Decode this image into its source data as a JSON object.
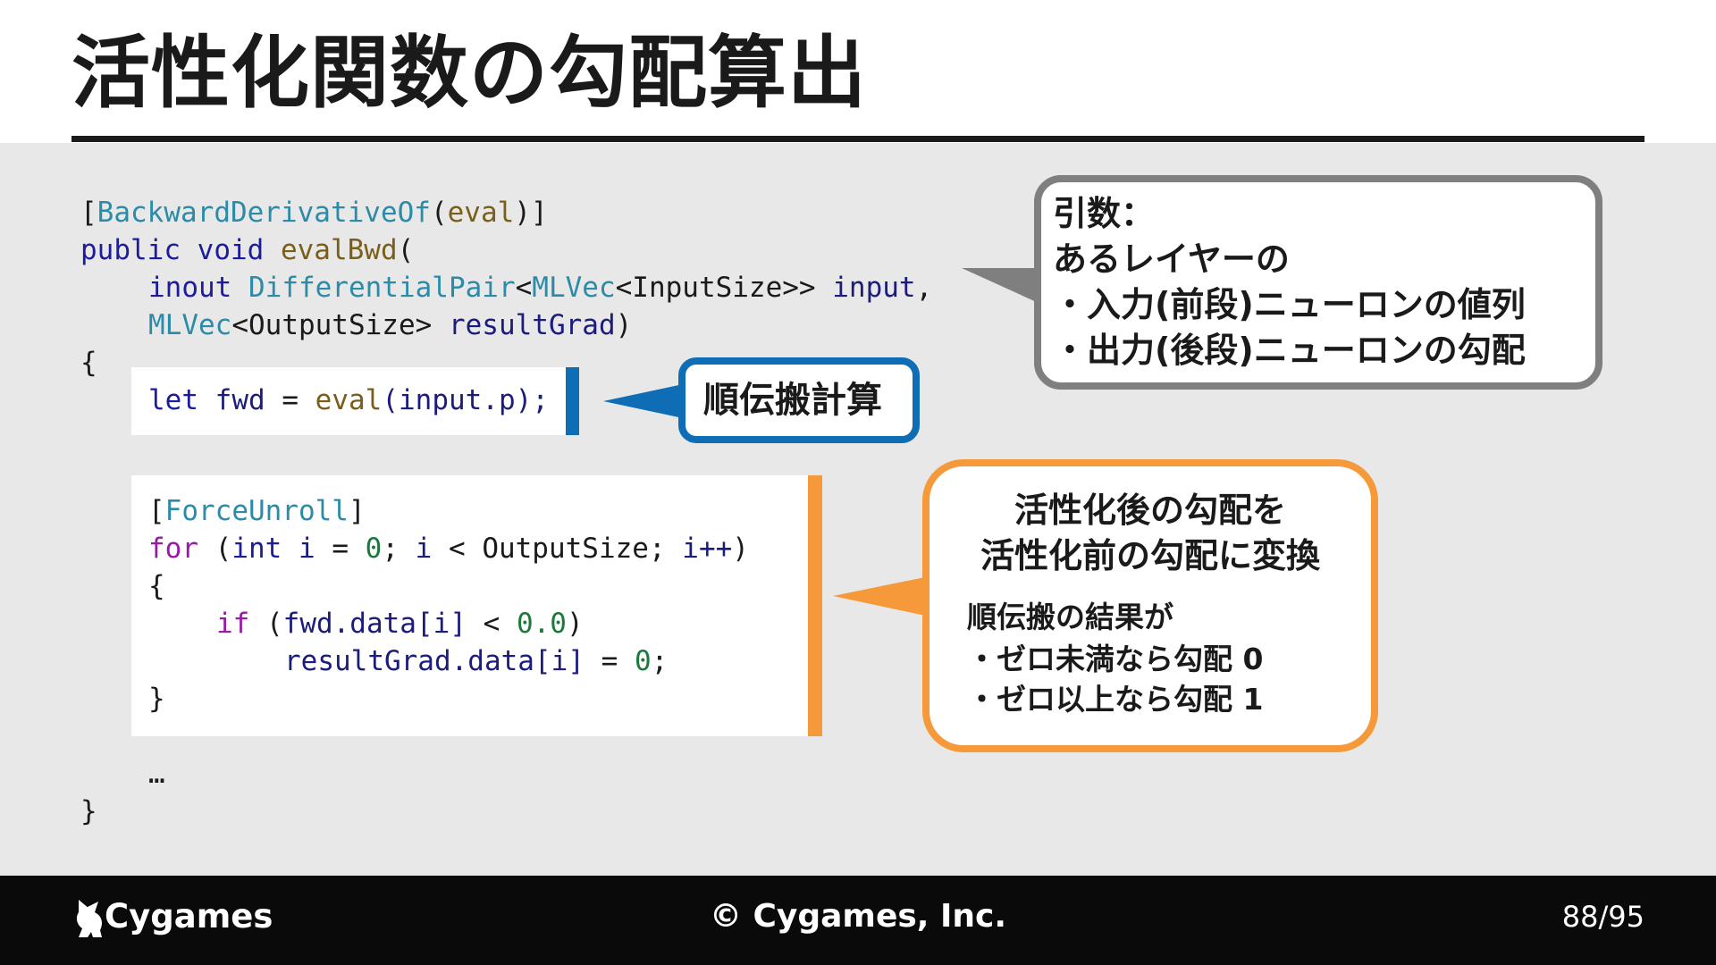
{
  "slide": {
    "title": "活性化関数の勾配算出"
  },
  "code": {
    "line1": {
      "open": "[",
      "attr": "BackwardDerivativeOf",
      "p1": "(",
      "arg": "eval",
      "p2": ")]"
    },
    "line2": {
      "kw1": "public",
      "kw2": "void",
      "fn": "evalBwd",
      "p": "("
    },
    "line3": {
      "kw": "inout",
      "type1": "DifferentialPair",
      "lt": "<",
      "type2": "MLVec",
      "rest": "<InputSize>>",
      "var": "input",
      "comma": ","
    },
    "line4": {
      "type": "MLVec",
      "rest": "<OutputSize>",
      "var": "resultGrad",
      "p": ")"
    },
    "line5": "{",
    "line6": {
      "kw": "let",
      "var": "fwd",
      "eq": " = ",
      "fn": "eval",
      "args": "(input.p);"
    },
    "line7": {
      "open": "[",
      "attr": "ForceUnroll",
      "close": "]"
    },
    "line8": {
      "ctrl": "for",
      "p": " (",
      "kw": "int",
      "v1": " i",
      "eq": " = ",
      "n0": "0",
      "semi": "; ",
      "v2": "i",
      "lt": " < OutputSize; ",
      "v3": "i++",
      "close": ")"
    },
    "line9": "{",
    "line10": {
      "ctrl": "if",
      "p": " (",
      "v": "fwd.data[i]",
      "lt": " < ",
      "n": "0.0",
      "close": ")"
    },
    "line11": {
      "v": "resultGrad.data[i]",
      "eq": " = ",
      "n": "0",
      "semi": ";"
    },
    "line12": "}",
    "line13": "…",
    "line14": "}"
  },
  "callouts": {
    "args": {
      "line1": "引数：",
      "line2": "あるレイヤーの",
      "line3": "・入力(前段)ニューロンの値列",
      "line4": "・出力(後段)ニューロンの勾配"
    },
    "forward": {
      "label": "順伝搬計算"
    },
    "activation": {
      "line1": "活性化後の勾配を",
      "line2": "活性化前の勾配に変換",
      "line3": "順伝搬の結果が",
      "line4": "・ゼロ未満なら勾配 0",
      "line5": "・ゼロ以上なら勾配 1"
    }
  },
  "footer": {
    "logo": "Cygames",
    "copyright": "© Cygames, Inc.",
    "page": "88/95"
  },
  "colors": {
    "accent_gray": "#7f7f7f",
    "accent_blue": "#0e6db4",
    "accent_orange": "#f5993a"
  }
}
